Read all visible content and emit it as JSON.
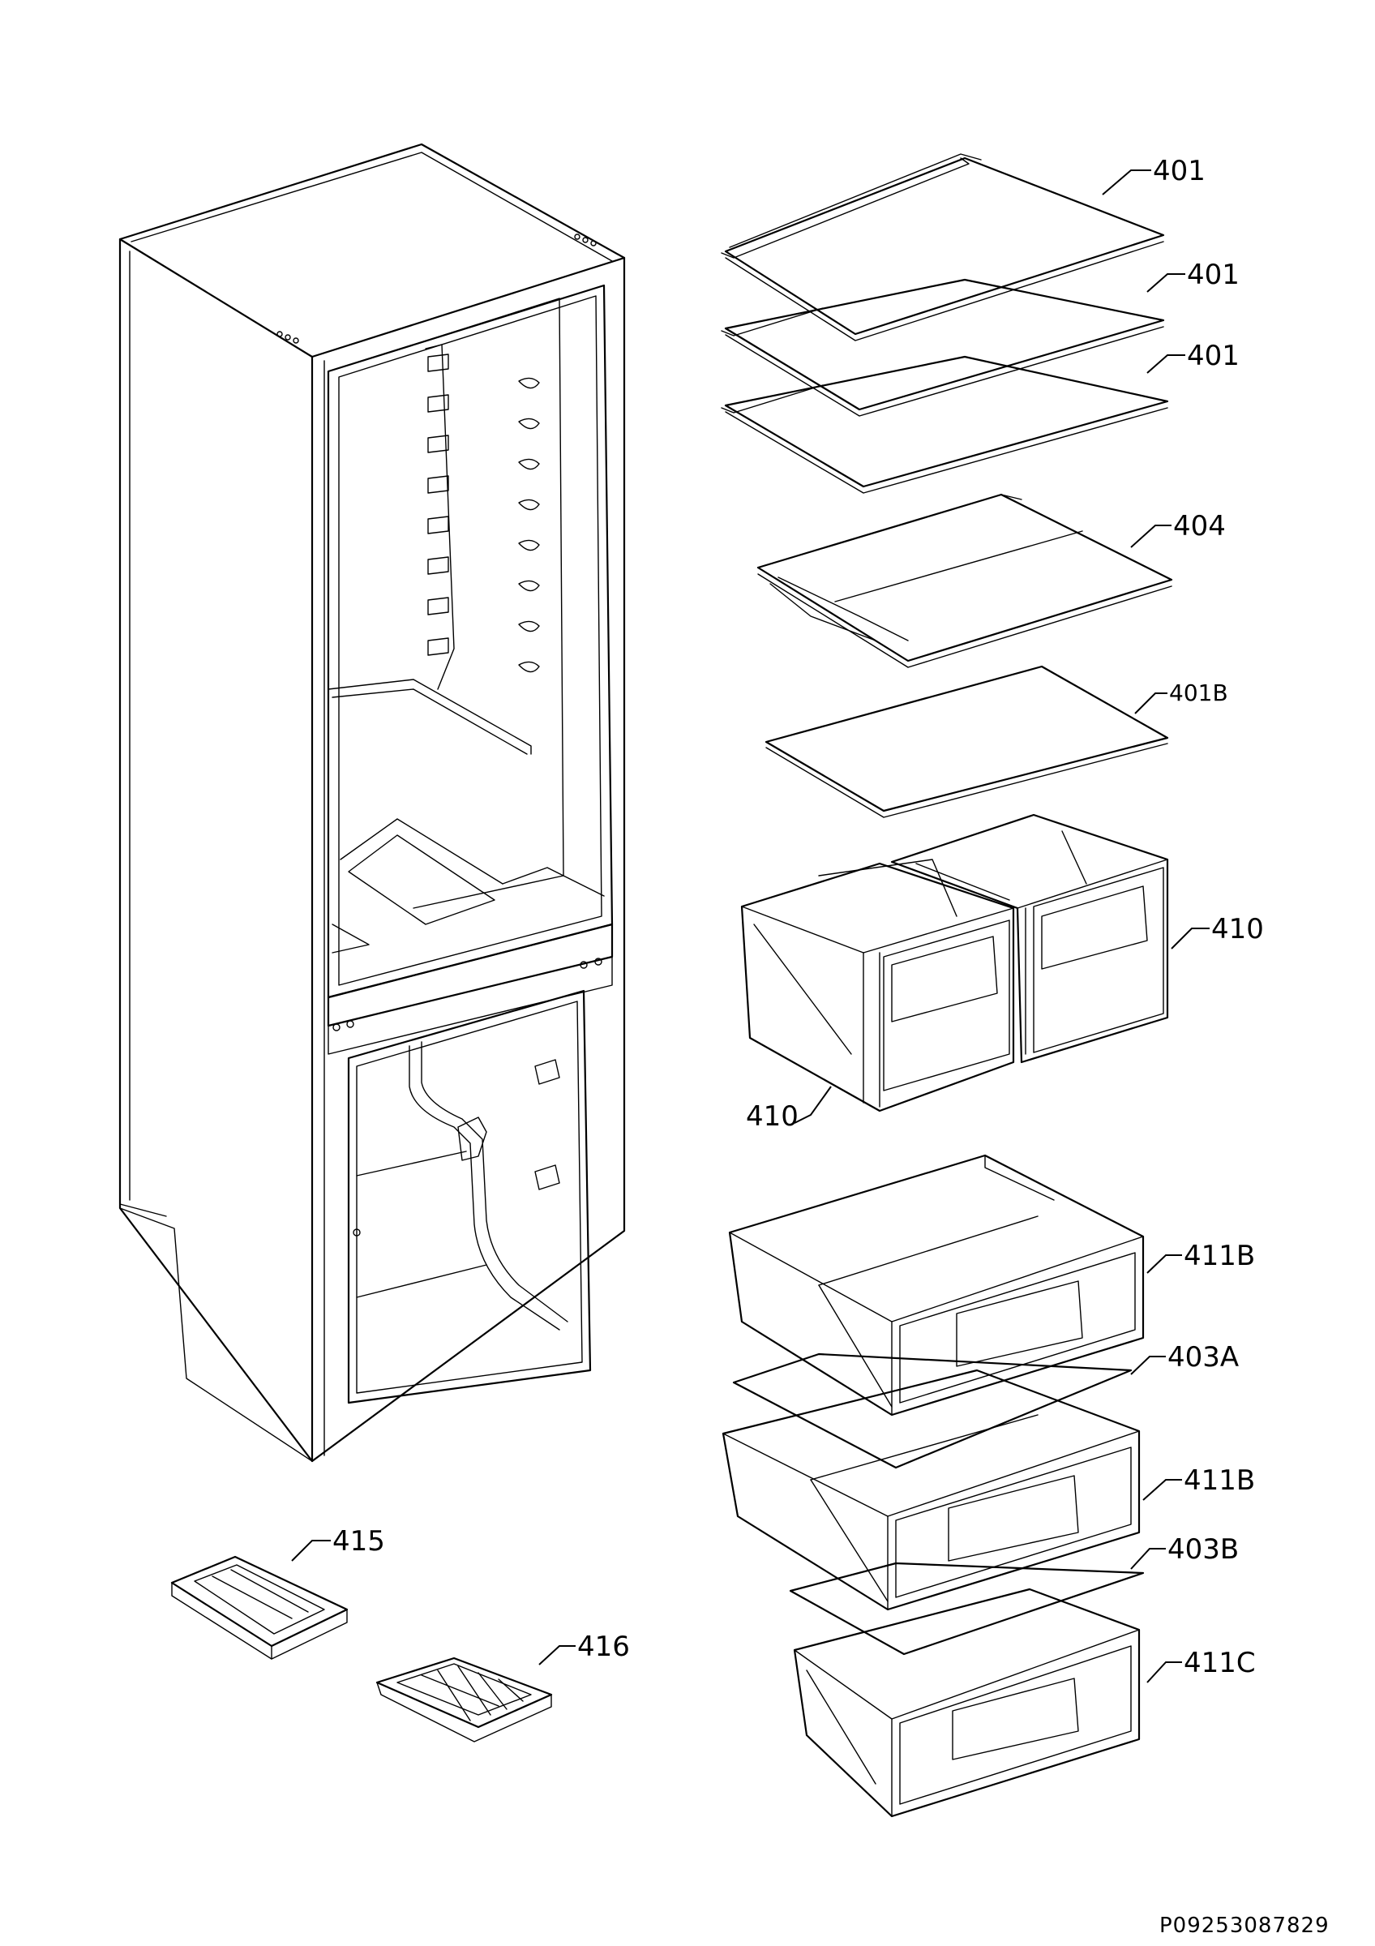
{
  "document_id": "P09253087829",
  "labels": {
    "shelf_1": "401",
    "shelf_2": "401",
    "shelf_3": "401",
    "shelf_split": "404",
    "glass_cover": "401B",
    "crisper_right": "410",
    "crisper_left": "410",
    "drawer_top": "411B",
    "drawer_top_plate": "403A",
    "drawer_mid": "411B",
    "drawer_mid_plate": "403B",
    "drawer_bottom": "411C",
    "ice_tray_cover": "415",
    "ice_tray": "416"
  }
}
